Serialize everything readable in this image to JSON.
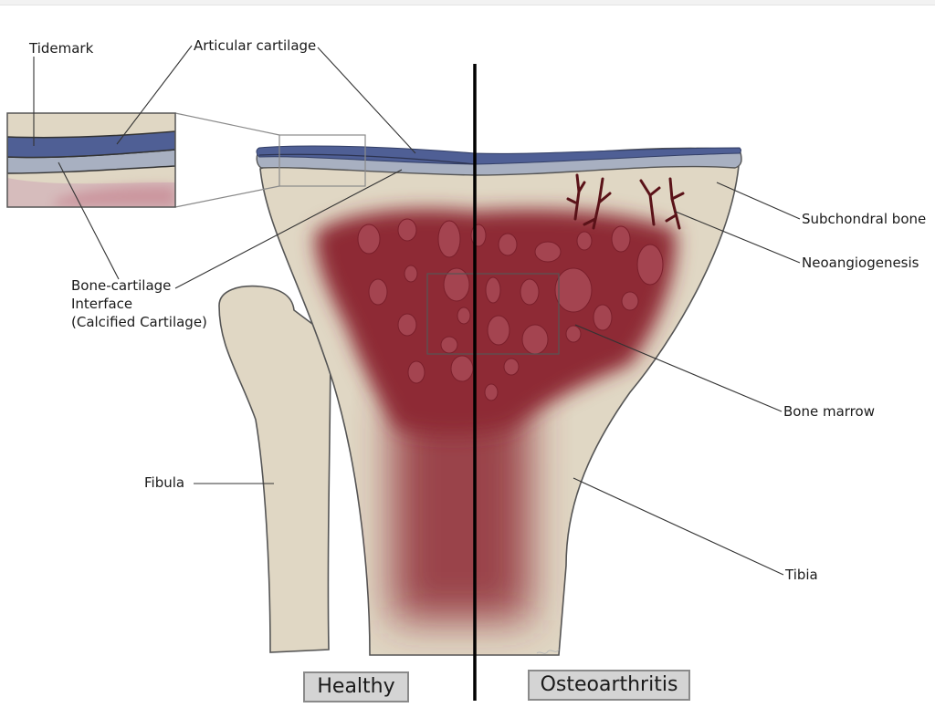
{
  "labels": {
    "tidemark": "Tidemark",
    "articular_cartilage": "Articular cartilage",
    "bone_cartilage_interface": [
      "Bone-cartilage",
      "Interface",
      "(Calcified Cartilage)"
    ],
    "subchondral_bone": "Subchondral bone",
    "neoangiogenesis": "Neoangiogenesis",
    "bone_marrow": "Bone marrow",
    "fibula": "Fibula",
    "tibia": "Tibia"
  },
  "panels": {
    "healthy": "Healthy",
    "osteoarthritis": "Osteoarthritis"
  },
  "colors": {
    "bone": "#e0d7c4",
    "articular_cartilage": "#4f5f95",
    "calcified_cartilage": "#a8b0c1",
    "marrow": "#8e2a36",
    "vessels": "#5a1218",
    "outline": "#555555"
  }
}
